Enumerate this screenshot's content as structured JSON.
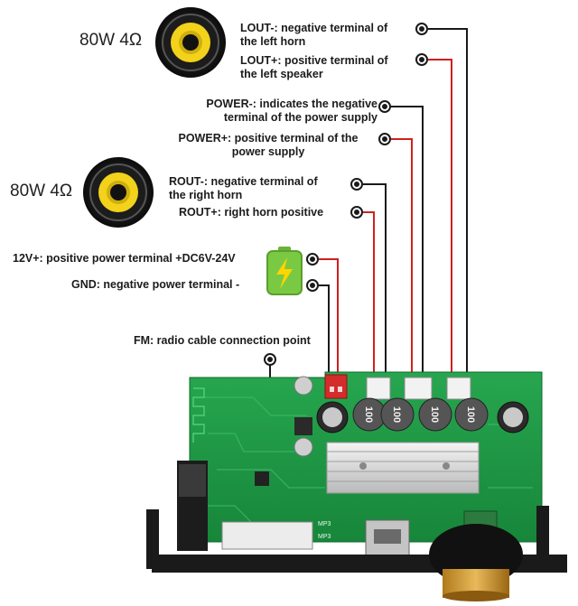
{
  "speakers": [
    {
      "rating": "80W 4Ω"
    },
    {
      "rating": "80W 4Ω"
    }
  ],
  "labels": {
    "lout_minus": [
      "LOUT-: negative terminal of",
      "the left horn"
    ],
    "lout_plus": [
      "LOUT+: positive terminal of",
      "the left speaker"
    ],
    "power_minus": [
      "POWER-: indicates the negative",
      "terminal of the power supply"
    ],
    "power_plus": [
      "POWER+: positive terminal of the",
      "power supply"
    ],
    "rout_minus": [
      "ROUT-: negative terminal of",
      "the right horn"
    ],
    "rout_plus": "ROUT+: right horn positive",
    "v12_plus": "12V+: positive power terminal +DC6V-24V",
    "gnd": "GND: negative power terminal -",
    "fm": "FM: radio cable connection point"
  },
  "board": {
    "capacitor_text": "100",
    "chip_labels": [
      "MP3",
      "MP3"
    ]
  },
  "colors": {
    "wire_black": "#1a1a1a",
    "wire_red": "#d21f1f",
    "pcb_green": "#1f9a45",
    "battery_green": "#7ac943",
    "speaker_cone": "#f2d21b"
  }
}
